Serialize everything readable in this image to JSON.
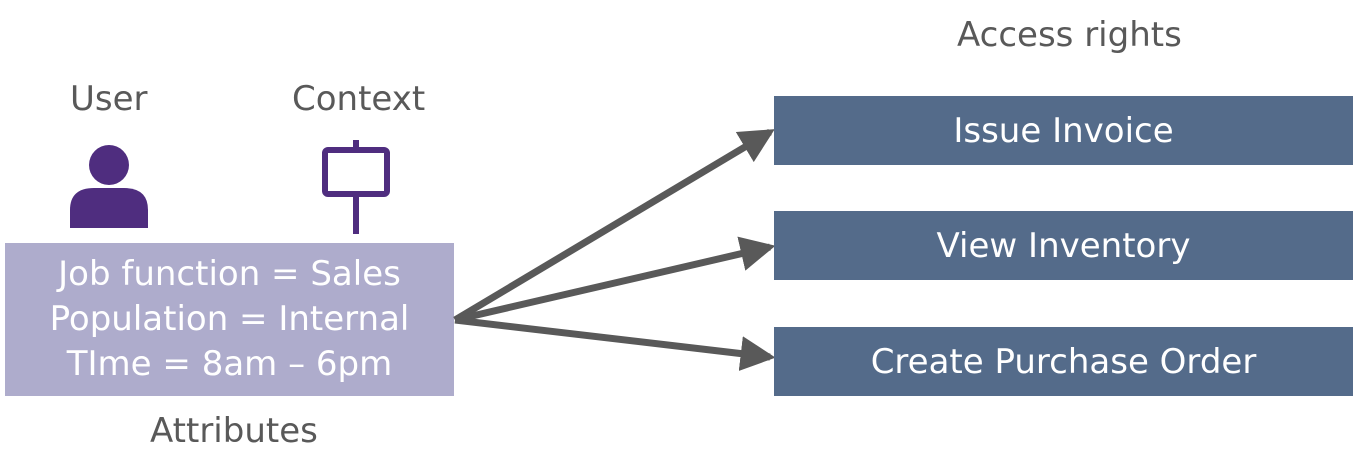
{
  "labels": {
    "user": "User",
    "context": "Context",
    "access_rights": "Access rights",
    "attributes": "Attributes"
  },
  "attributes_box": {
    "lines": [
      "Job function = Sales",
      "Population = Internal",
      "TIme = 8am – 6pm"
    ]
  },
  "access_rights": [
    "Issue Invoice",
    "View Inventory",
    "Create Purchase Order"
  ],
  "icons": {
    "user": "person-icon",
    "context": "signpost-icon"
  },
  "colors": {
    "icon_purple": "#4f2d7f",
    "attribute_box": "#aeaccc",
    "access_box": "#546b8a",
    "arrow": "#595959",
    "label_text": "#595959"
  }
}
